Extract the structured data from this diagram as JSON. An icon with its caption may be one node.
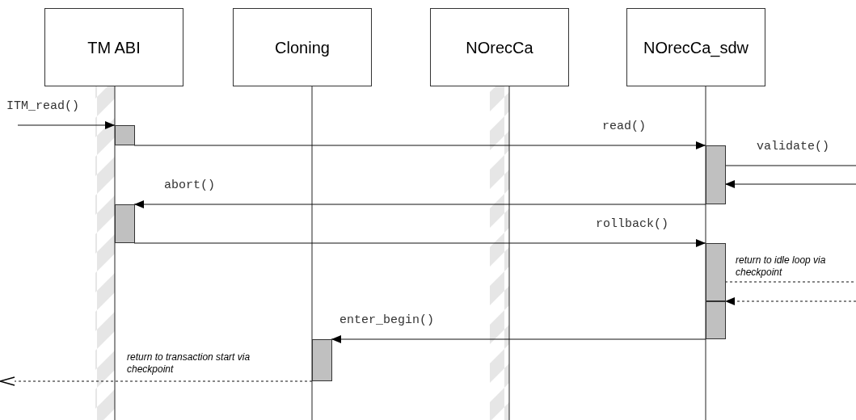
{
  "diagram": {
    "nodes": [
      {
        "text": [
          "TM ABI"
        ]
      },
      {
        "text": [
          "Cloning"
        ]
      },
      {
        "text": [
          "NOrecCa"
        ]
      },
      {
        "text": [
          "NOrecCa_sdw"
        ]
      },
      {
        "text": [],
        "shape": "bar"
      },
      {
        "text": [],
        "shape": "bar"
      },
      {
        "text": [],
        "shape": "bar"
      },
      {
        "text": [],
        "shape": "bar"
      },
      {
        "text": [],
        "shape": "bar"
      },
      {
        "text": [],
        "shape": "bar"
      }
    ],
    "edges": [
      {
        "from": null,
        "to": 4,
        "arrow": "to",
        "label": "ITM_read()"
      },
      {
        "from": 4,
        "to": 6,
        "arrow": "to",
        "label": "read()"
      },
      {
        "from": 6,
        "to": null,
        "arrow": "none",
        "label": "validate()"
      },
      {
        "from": null,
        "to": 6,
        "arrow": "to"
      },
      {
        "from": 6,
        "to": 5,
        "arrow": "to",
        "label": "abort()"
      },
      {
        "from": 5,
        "to": 7,
        "arrow": "to",
        "label": "rollback()"
      },
      {
        "from": 7,
        "to": null,
        "arrow": "none",
        "style": "dashed",
        "label": "return to idle loop via checkpoint"
      },
      {
        "from": null,
        "to": 8,
        "arrow": "to",
        "style": "dashed"
      },
      {
        "from": 8,
        "to": 9,
        "arrow": "to",
        "label": "enter_begin()"
      },
      {
        "from": 9,
        "to": null,
        "arrow": "to",
        "style": "dashed",
        "label": "return to transaction start via checkpoint"
      }
    ]
  }
}
